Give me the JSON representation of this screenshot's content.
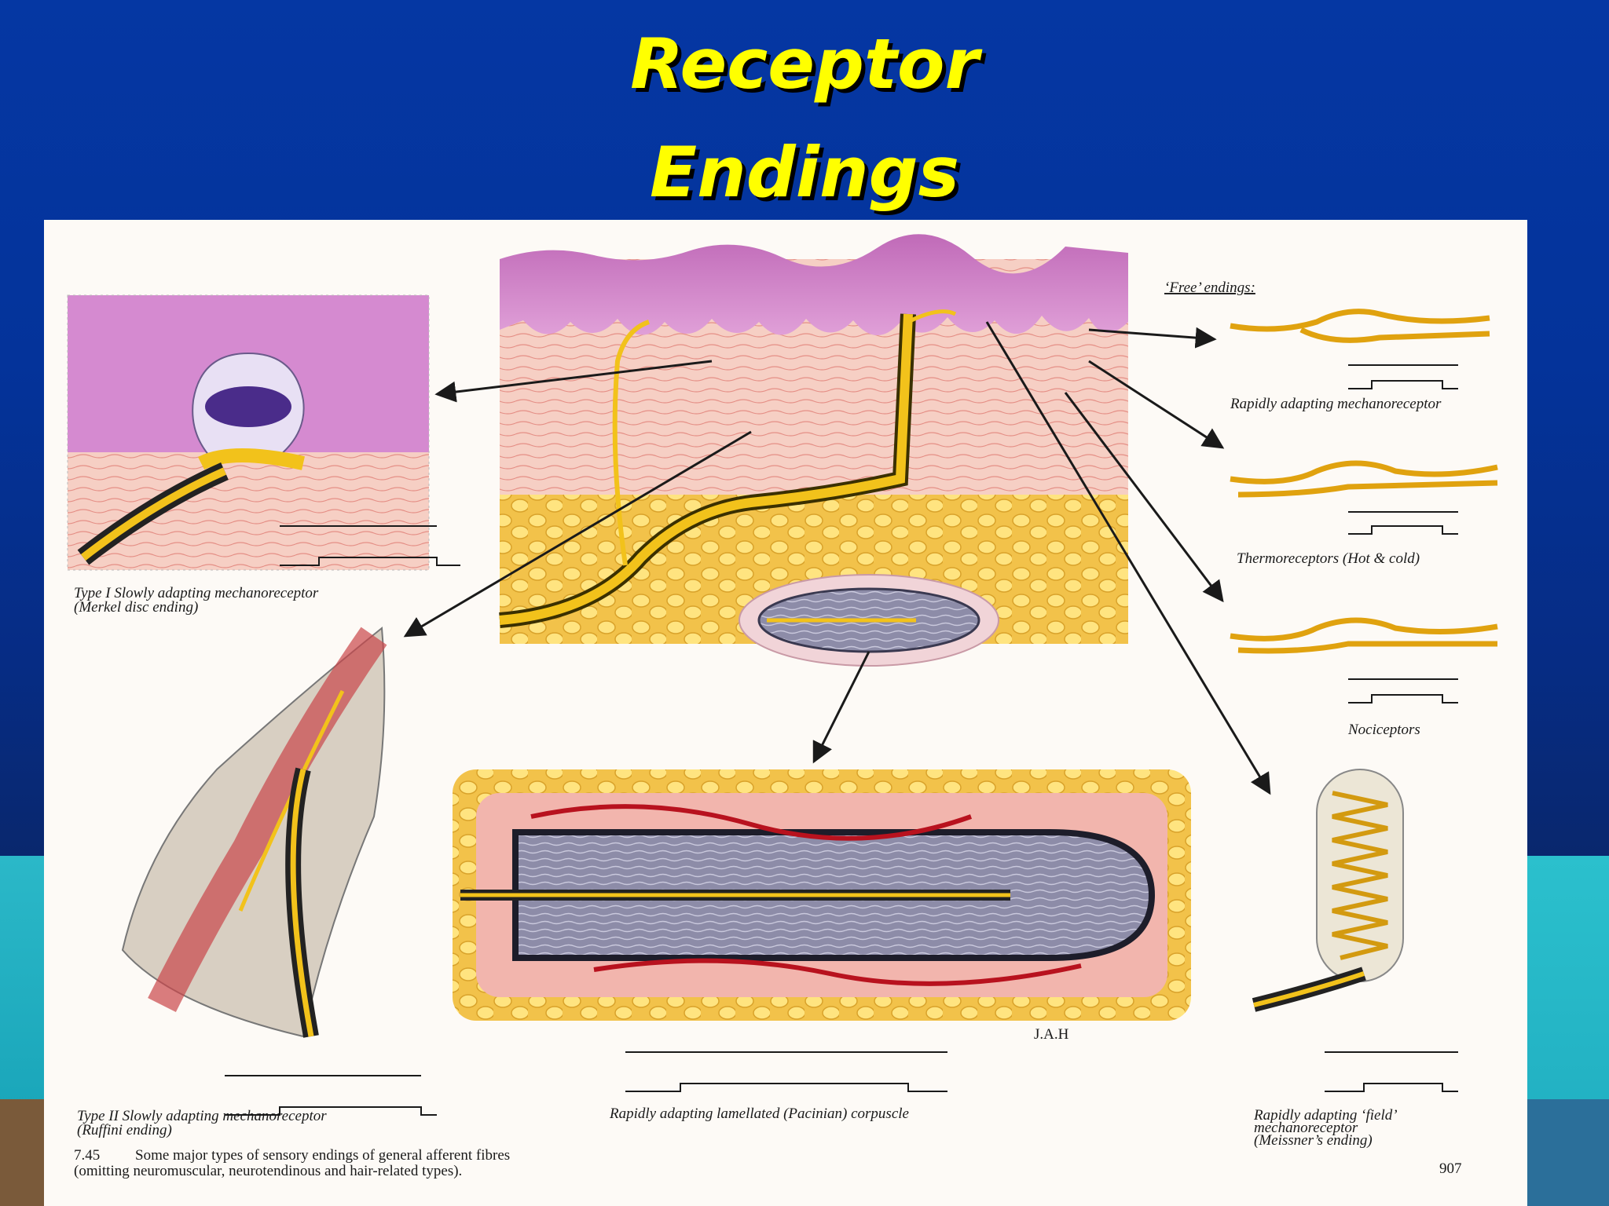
{
  "slide": {
    "title_line1": "Receptor",
    "title_line2": "Endings"
  },
  "figure": {
    "free_endings_heading": "‘Free’ endings:",
    "labels": {
      "merkel_1": "Type I  Slowly adapting mechanoreceptor",
      "merkel_2": "(Merkel disc ending)",
      "ruffini_1": "Type II  Slowly adapting mechanoreceptor",
      "ruffini_2": "(Ruffini ending)",
      "pacinian": "Rapidly adapting lamellated (Pacinian) corpuscle",
      "rapid_mech": "Rapidly adapting mechanoreceptor",
      "thermo": "Thermoreceptors (Hot & cold)",
      "noci": "Nociceptors",
      "meissner_1": "Rapidly adapting ‘field’",
      "meissner_2": "mechanoreceptor",
      "meissner_3": "(Meissner’s ending)"
    },
    "signature": "J.A.H",
    "caption_number": "7.45",
    "caption_line1": "Some major types of sensory endings of general afferent fibres",
    "caption_line2": "(omitting neuromuscular, neurotendinous and hair-related types).",
    "page_number": "907"
  }
}
